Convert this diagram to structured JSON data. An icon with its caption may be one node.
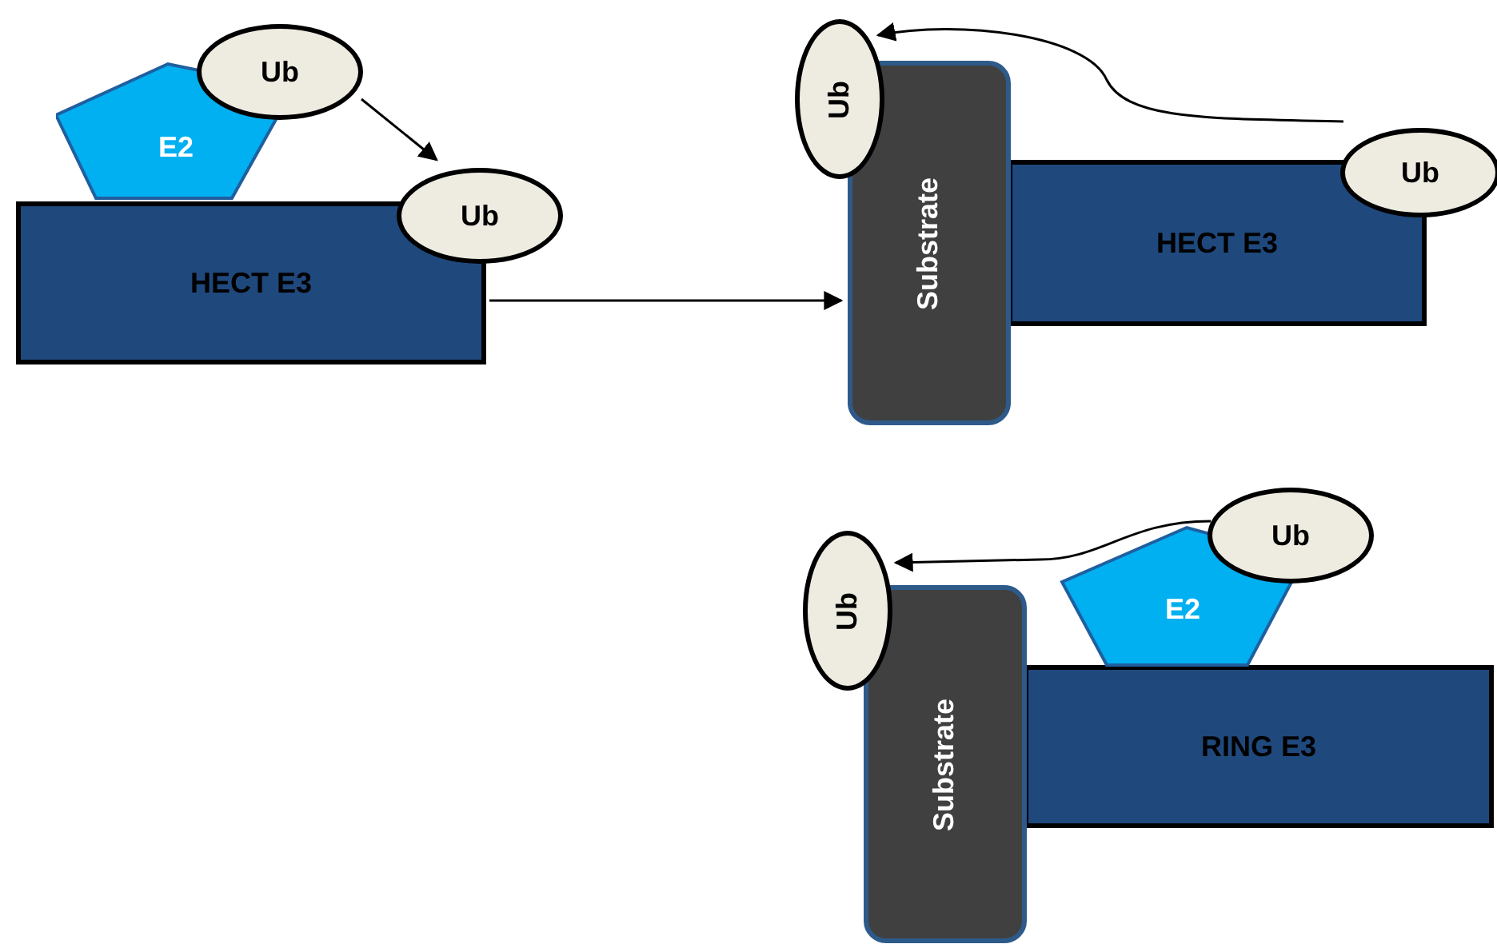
{
  "diagram": {
    "nodes": [
      {
        "text": [
          "E2"
        ]
      },
      {
        "text": [
          "Ub"
        ]
      },
      {
        "text": [
          "Ub"
        ]
      },
      {
        "text": [
          "HECT E3"
        ]
      },
      {
        "text": [
          "Ub"
        ]
      },
      {
        "text": [
          "Substrate"
        ]
      },
      {
        "text": [
          "HECT E3"
        ]
      },
      {
        "text": [
          "Ub"
        ]
      },
      {
        "text": [
          "Ub"
        ]
      },
      {
        "text": [
          "E2"
        ]
      },
      {
        "text": [
          "Ub"
        ]
      },
      {
        "text": [
          "Substrate"
        ]
      },
      {
        "text": [
          "RING E3"
        ]
      }
    ],
    "edges": [
      {
        "from": 1,
        "to": 2,
        "arrow": "to"
      },
      {
        "from": 3,
        "to": 5,
        "arrow": "to"
      },
      {
        "from": 7,
        "to": 4,
        "arrow": "to"
      },
      {
        "from": 8,
        "to": 10,
        "arrow": "to"
      }
    ]
  }
}
